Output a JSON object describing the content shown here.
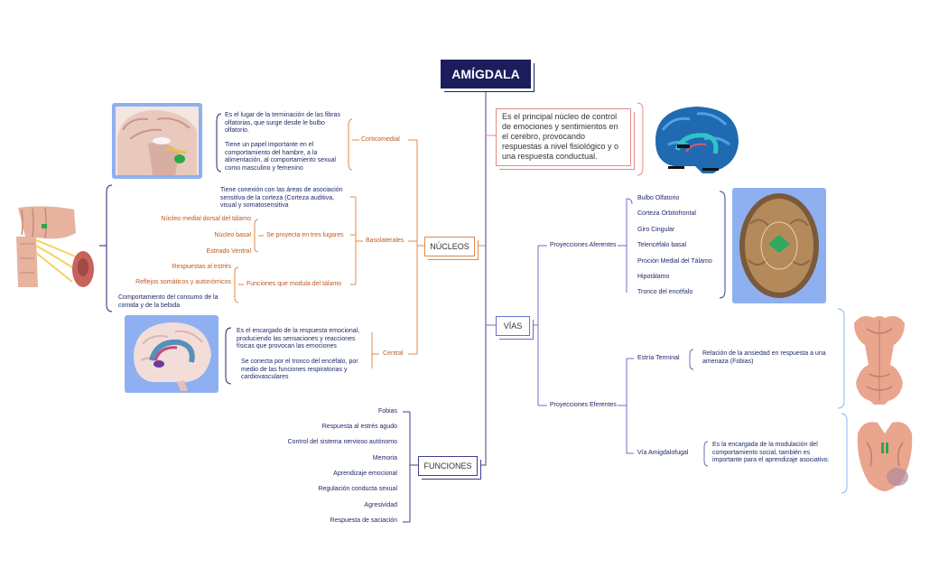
{
  "title": "AMÍGDALA",
  "definition": "Es el principal núcleo de control de emociones y sentimientos en el cerebro, provocando respuestas a nivel fisiológico y o una respuesta conductual.",
  "branches": {
    "nucleos": "NÚCLEOS",
    "vias": "VÍAS",
    "funciones": "FUNCIONES"
  },
  "nucleos": {
    "corticomedial": {
      "label": "Corticomedial",
      "text1": "Es el lugar de la terminación de las fibras olfatorias, que surge desde le bulbo olfatorio.",
      "text2": "Tiene un papel importante en el comportamiento del hambre, a la alimentación, al comportamiento sexual como masculino y femenino"
    },
    "basolaterales": {
      "label": "Basolaterales",
      "connection": "Tiene  conexión con las áreas de asociación sensitiva de la corteza (Corteza auditiva, visual y somatosensitiva",
      "projects_label": "Se proyecta en tres lugares",
      "projects": [
        "Núcleo medial dorsal del tálamo",
        "Núcleo basal",
        "Estriado Ventral"
      ],
      "modulates_label": "Funciones que modula del tálamo",
      "modulates": [
        "Respuestas al estrés",
        "Reflejos somáticos y autonómicos",
        "Comportamiento del consumo de la comida y de la bebida"
      ]
    },
    "central": {
      "label": "Central",
      "text1": "Es el encargado de la respuesta emocional, produciendo las sensaciones y reacciones físicas que provocan las emociones",
      "text2": "Se conecta por el tronco del encéfalo, por medio de las funciones respiratorias y cardiovasculares"
    }
  },
  "vias": {
    "aferentes": {
      "label": "Proyecciones Aferentes",
      "items": [
        "Bulbo Olfatorio",
        "Corteza Orbitofrontal",
        "Giro Cingular",
        "Telencéfalo basal",
        "Proción Medial del Tálamo",
        "Hipotálamo",
        "Tronco del encéfalo"
      ]
    },
    "eferentes": {
      "label": "Proyecciones Eferentes",
      "estria_label": "Estría Terminal",
      "estria_text": "Relación de la ansiedad en respuesta a una amenaza (Fobias)",
      "amigdalofugal_label": "Vía Amigdalofugal",
      "amigdalofugal_text": "Es la encargada de la modulación del comportamiento social, también es importante para el aprendizaje asociativo."
    }
  },
  "funciones": [
    "Fobias",
    "Respuesta al estrés agudo",
    "Control del sistema nervioso autónomo",
    "Memoria",
    "Aprendizaje emocional",
    "Regulación conducta sexual",
    "Agresividad",
    "Respuesta de saciación"
  ],
  "colors": {
    "navy": "#1b1d5c",
    "orange": "#e08a4b",
    "violet": "#6b6fc2",
    "pink": "#e48a8a",
    "blue_frame": "#8fb0f0"
  }
}
